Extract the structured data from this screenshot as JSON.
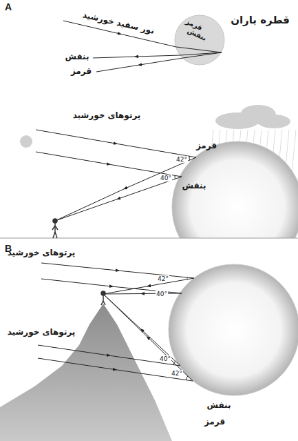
{
  "diagram": {
    "labels": [
      "A",
      "نور سفید خورشید",
      "قطره باران",
      "قرمز",
      "بنفش",
      "بنفش",
      "قرمز",
      "پرتوهای خورشید",
      "قرمز",
      "42°",
      "40°",
      "بنفش",
      "B",
      "پرتوهای خورشید",
      "42°",
      "40°",
      "پرتوهای خورشید",
      "40°",
      "42°",
      "بنفش",
      "قرمز"
    ]
  }
}
